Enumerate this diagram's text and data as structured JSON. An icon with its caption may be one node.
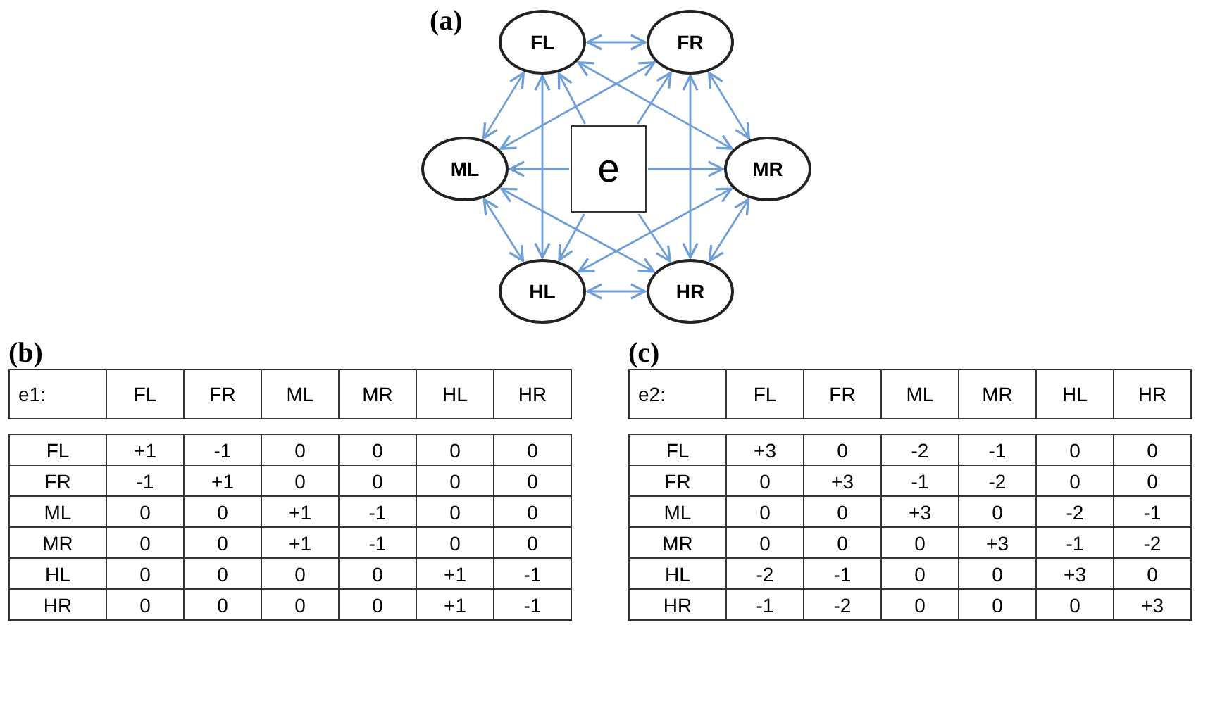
{
  "diagram": {
    "nodes": [
      {
        "text": [
          "FL"
        ]
      },
      {
        "text": [
          "FR"
        ]
      },
      {
        "text": [
          "ML"
        ]
      },
      {
        "text": [
          "e"
        ]
      },
      {
        "text": [
          "MR"
        ]
      },
      {
        "text": [
          "HL"
        ]
      },
      {
        "text": [
          "HR"
        ]
      }
    ],
    "edges": [
      {
        "from": 3,
        "to": 0,
        "arrow": "to"
      },
      {
        "from": 3,
        "to": 1,
        "arrow": "to"
      },
      {
        "from": 3,
        "to": 2,
        "arrow": "to"
      },
      {
        "from": 3,
        "to": 4,
        "arrow": "to"
      },
      {
        "from": 3,
        "to": 5,
        "arrow": "to"
      },
      {
        "from": 3,
        "to": 6,
        "arrow": "to"
      },
      {
        "from": 0,
        "to": 1,
        "arrow": "both"
      },
      {
        "from": 1,
        "to": 4,
        "arrow": "both"
      },
      {
        "from": 4,
        "to": 6,
        "arrow": "both"
      },
      {
        "from": 6,
        "to": 5,
        "arrow": "both"
      },
      {
        "from": 5,
        "to": 2,
        "arrow": "both"
      },
      {
        "from": 2,
        "to": 0,
        "arrow": "both"
      },
      {
        "from": 0,
        "to": 5,
        "arrow": "both"
      },
      {
        "from": 1,
        "to": 6,
        "arrow": "both"
      },
      {
        "from": 0,
        "to": 4,
        "arrow": "both"
      },
      {
        "from": 1,
        "to": 2,
        "arrow": "both"
      },
      {
        "from": 2,
        "to": 6,
        "arrow": "both"
      },
      {
        "from": 4,
        "to": 5,
        "arrow": "both"
      }
    ],
    "labels": [
      "(a)",
      "(b)",
      "e1:",
      "FL",
      "FR",
      "ML",
      "MR",
      "HL",
      "HR",
      "FL",
      "+1",
      "-1",
      "0",
      "0",
      "0",
      "0",
      "FR",
      "-1",
      "+1",
      "0",
      "0",
      "0",
      "0",
      "ML",
      "0",
      "0",
      "+1",
      "-1",
      "0",
      "0",
      "MR",
      "0",
      "0",
      "+1",
      "-1",
      "0",
      "0",
      "HL",
      "0",
      "0",
      "0",
      "0",
      "+1",
      "-1",
      "HR",
      "0",
      "0",
      "0",
      "0",
      "+1",
      "-1",
      "(c)",
      "e2:",
      "FL",
      "FR",
      "ML",
      "MR",
      "HL",
      "HR",
      "FL",
      "+3",
      "0",
      "-2",
      "-1",
      "0",
      "0",
      "FR",
      "0",
      "+3",
      "-1",
      "-2",
      "0",
      "0",
      "ML",
      "0",
      "0",
      "+3",
      "0",
      "-2",
      "-1",
      "MR",
      "0",
      "0",
      "0",
      "+3",
      "-1",
      "-2",
      "HL",
      "-2",
      "-1",
      "0",
      "0",
      "+3",
      "0",
      "HR",
      "-1",
      "-2",
      "0",
      "0",
      "0",
      "+3"
    ]
  }
}
